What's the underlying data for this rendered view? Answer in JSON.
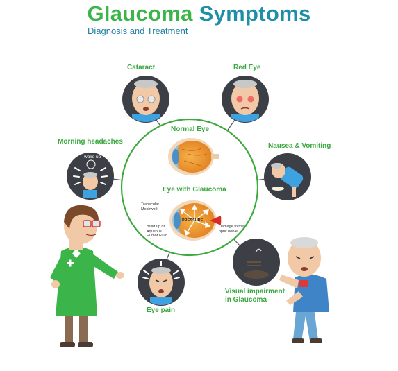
{
  "header": {
    "title_part1": "Glaucoma",
    "title_part2": "Symptoms",
    "subtitle": "Diagnosis and Treatment"
  },
  "center": {
    "normal_eye_label": "Normal Eye",
    "glaucoma_eye_label": "Eye with Glaucoma",
    "pressure_label": "PRESSURE",
    "trabecular_label": "Trabecular Meshwork",
    "aqueous_label": "Build up of Aqueous Humor Fluid",
    "optic_label": "Damage to the optic nerve"
  },
  "symptoms": {
    "cataract": "Cataract",
    "red_eye": "Red Eye",
    "morning_headaches": "Morning headaches",
    "wake_up": "wake up",
    "nausea": "Nausea & Vomiting",
    "eye_pain": "Eye pain",
    "visual_impairment": "Visual impairment in Glaucoma"
  },
  "colors": {
    "title_green": "#3bb54a",
    "title_teal": "#1f8fa8",
    "label_green": "#3aa83e",
    "ring_green": "#3daa3e",
    "circle_dark": "#3c3f46"
  }
}
